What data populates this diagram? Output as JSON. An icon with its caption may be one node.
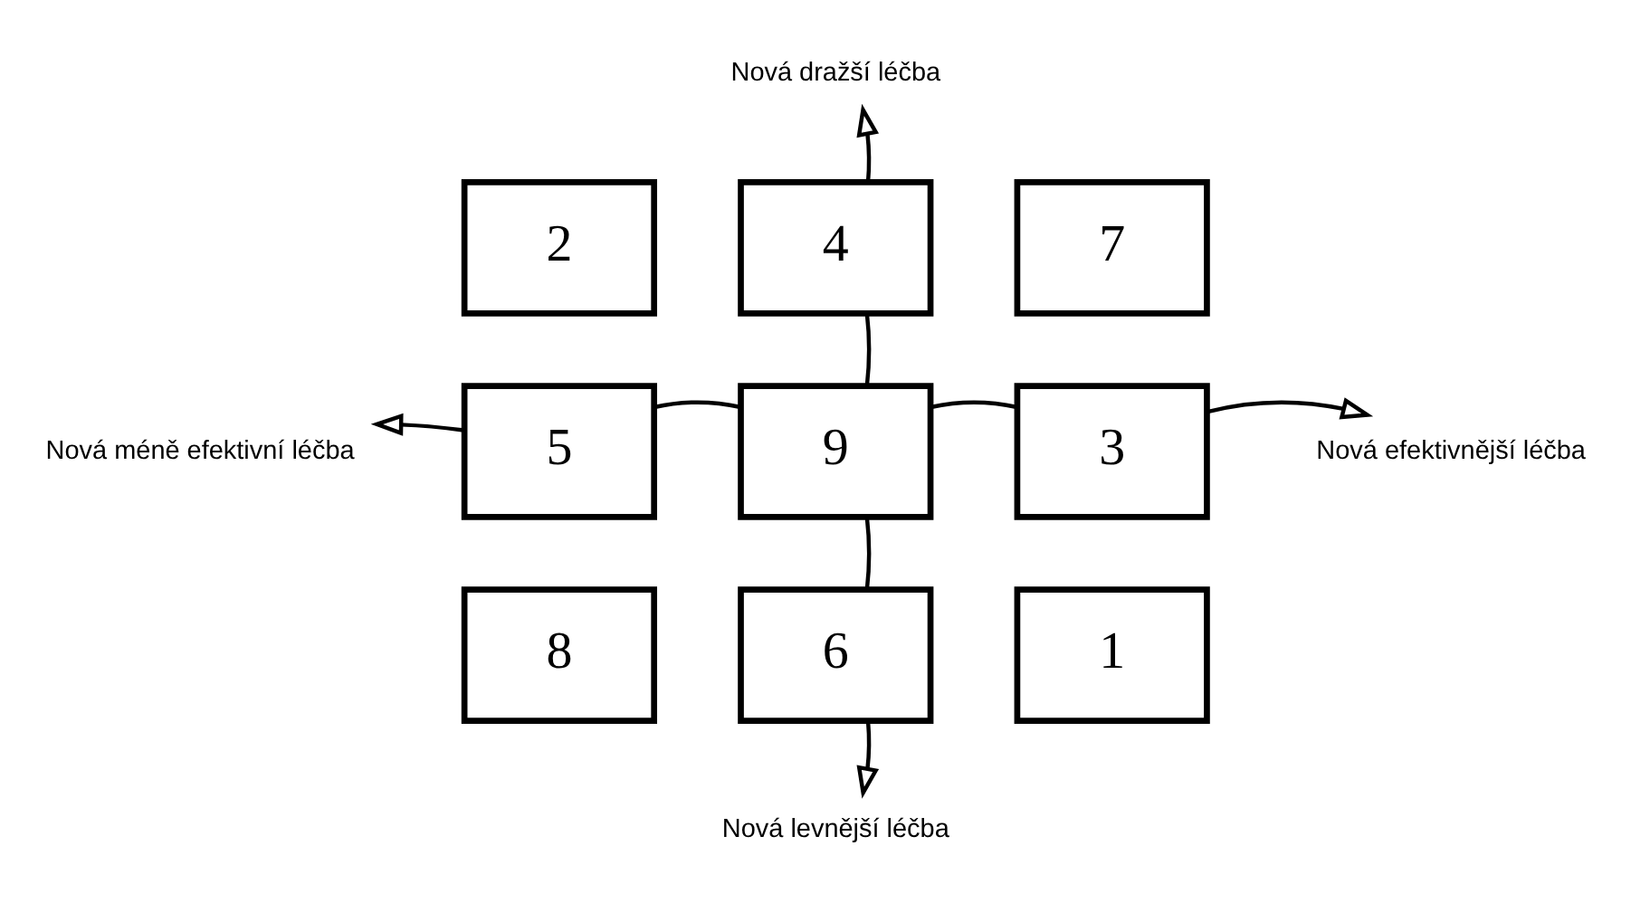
{
  "diagram": {
    "nodes": [
      {
        "text": [
          "Nová dražší léčba"
        ]
      },
      {
        "text": [
          "2"
        ]
      },
      {
        "text": [
          "4"
        ]
      },
      {
        "text": [
          "7"
        ]
      },
      {
        "text": [
          "Nová méně efektivní léčba"
        ]
      },
      {
        "text": [
          "5"
        ]
      },
      {
        "text": [
          "9"
        ]
      },
      {
        "text": [
          "3"
        ]
      },
      {
        "text": [
          "Nová efektivnější léčba"
        ]
      },
      {
        "text": [
          "8"
        ]
      },
      {
        "text": [
          "6"
        ]
      },
      {
        "text": [
          "1"
        ]
      },
      {
        "text": [
          "Nová levnější léčba"
        ]
      }
    ],
    "edges": [
      {
        "from": 2,
        "to": 0,
        "arrow": "to"
      },
      {
        "from": 2,
        "to": 6,
        "arrow": "none"
      },
      {
        "from": 5,
        "to": 4,
        "arrow": "to"
      },
      {
        "from": 5,
        "to": 6,
        "arrow": "none"
      },
      {
        "from": 6,
        "to": 7,
        "arrow": "none"
      },
      {
        "from": 7,
        "to": 8,
        "arrow": "to"
      },
      {
        "from": 6,
        "to": 10,
        "arrow": "none"
      },
      {
        "from": 10,
        "to": 12,
        "arrow": "to"
      }
    ]
  }
}
